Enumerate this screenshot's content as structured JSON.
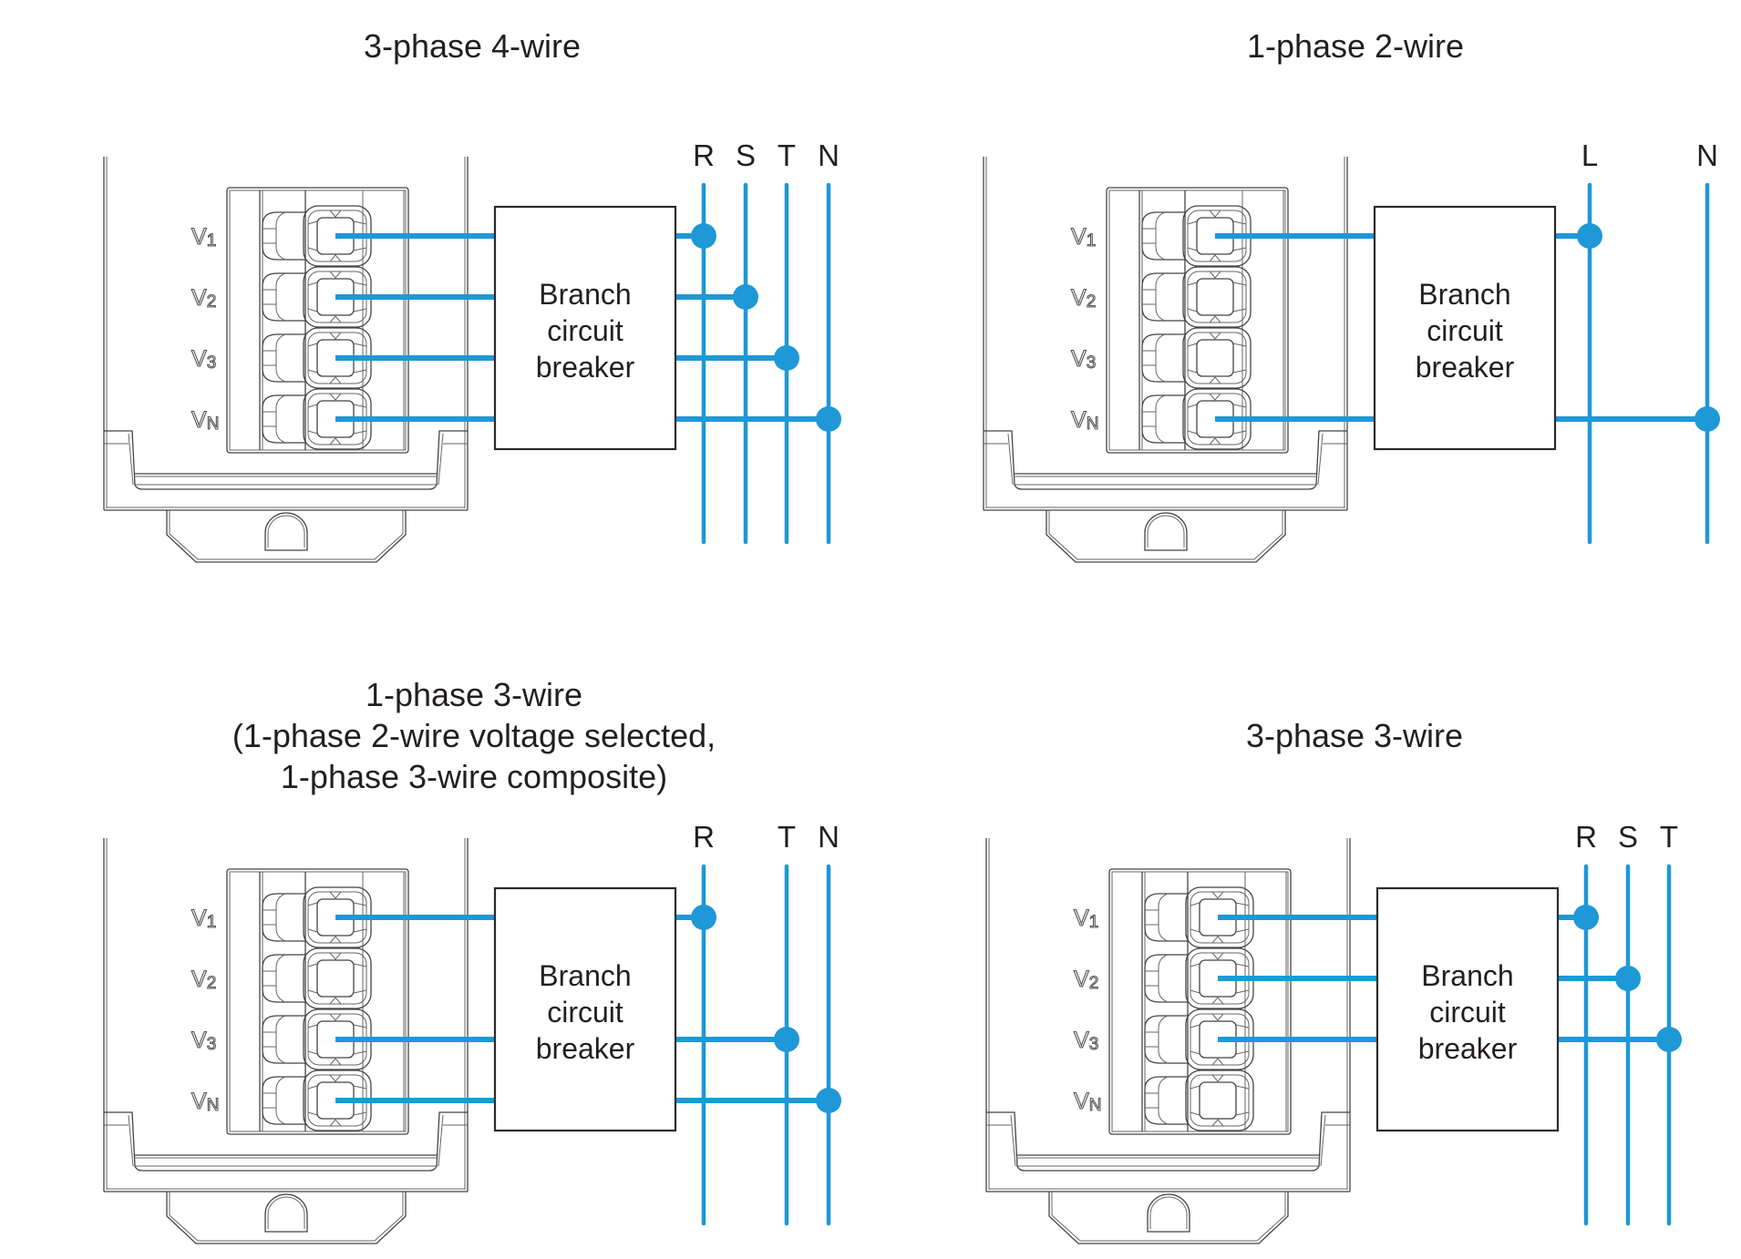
{
  "colors": {
    "wire": "#1e98d7",
    "line_art": "#444444",
    "text": "#231f20",
    "background": "#ffffff"
  },
  "terminal_labels": [
    {
      "main": "V",
      "sub": "1"
    },
    {
      "main": "V",
      "sub": "2"
    },
    {
      "main": "V",
      "sub": "3"
    },
    {
      "main": "V",
      "sub": "N"
    }
  ],
  "breaker": {
    "lines": [
      "Branch",
      "circuit",
      "breaker"
    ]
  },
  "panels": [
    {
      "id": "three-phase-four-wire",
      "title_lines": [
        "3-phase 4-wire"
      ],
      "buses": [
        "R",
        "S",
        "T",
        "N"
      ],
      "bus_spacing": "compact",
      "connections": [
        {
          "terminal": "V1",
          "bus": "R"
        },
        {
          "terminal": "V2",
          "bus": "S"
        },
        {
          "terminal": "V3",
          "bus": "T"
        },
        {
          "terminal": "VN",
          "bus": "N"
        }
      ]
    },
    {
      "id": "one-phase-two-wire",
      "title_lines": [
        "1-phase 2-wire"
      ],
      "buses": [
        "L",
        "N"
      ],
      "bus_spacing": "wide",
      "connections": [
        {
          "terminal": "V1",
          "bus": "L"
        },
        {
          "terminal": "VN",
          "bus": "N"
        }
      ]
    },
    {
      "id": "one-phase-three-wire",
      "title_lines": [
        "1-phase 3-wire",
        "(1-phase 2-wire voltage selected,",
        "1-phase 3-wire composite)"
      ],
      "buses": [
        "R",
        "T",
        "N"
      ],
      "bus_spacing": "rtn",
      "connections": [
        {
          "terminal": "V1",
          "bus": "R"
        },
        {
          "terminal": "V3",
          "bus": "T"
        },
        {
          "terminal": "VN",
          "bus": "N"
        }
      ]
    },
    {
      "id": "three-phase-three-wire",
      "title_lines": [
        "3-phase 3-wire"
      ],
      "buses": [
        "R",
        "S",
        "T"
      ],
      "bus_spacing": "compact",
      "connections": [
        {
          "terminal": "V1",
          "bus": "R"
        },
        {
          "terminal": "V2",
          "bus": "S"
        },
        {
          "terminal": "V3",
          "bus": "T"
        }
      ]
    }
  ]
}
